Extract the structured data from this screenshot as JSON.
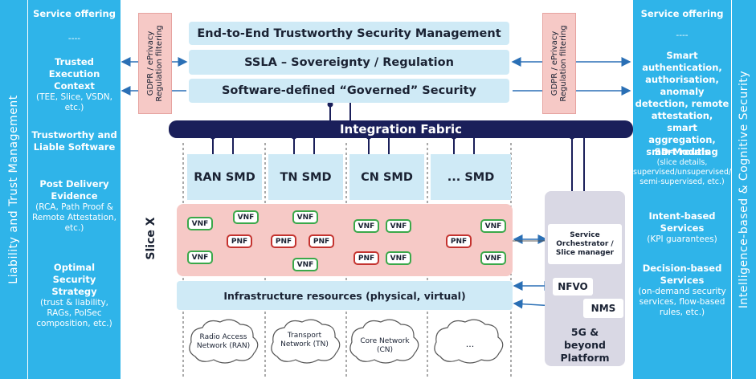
{
  "left_column": {
    "vertical_label": "Liability and Trust Management",
    "header": "Service offering",
    "separator": "----",
    "items": [
      {
        "title": "Trusted Execution Context",
        "detail": "(TEE, Slice, VSDN, etc.)"
      },
      {
        "title": "Trustworthy and Liable Software",
        "detail": ""
      },
      {
        "title": "Post Delivery Evidence",
        "detail": "(RCA, Path Proof & Remote Attestation, etc.)"
      },
      {
        "title": "Optimal Security Strategy",
        "detail": "(trust & liability, RAGs, PolSec composition, etc.)"
      }
    ]
  },
  "right_column": {
    "vertical_label": "Intelligence-based & Cognitive Security",
    "header": "Service offering",
    "separator": "----",
    "items": [
      {
        "title": "Smart authentication, authorisation, anomaly detection, remote attestation, smart aggregation, smart routing",
        "detail": ""
      },
      {
        "title": "SD-Models",
        "detail": "(slice details, supervised/unsupervised/ semi-supervised, etc.)"
      },
      {
        "title": "Intent-based Services",
        "detail": "(KPI guarantees)"
      },
      {
        "title": "Decision-based Services",
        "detail": "(on-demand security services, flow-based rules, etc.)"
      }
    ]
  },
  "gdpr_label": "GDPR / ePrivacy Regulation filtering",
  "top_boxes": [
    "End-to-End Trustworthy Security Management",
    "SSLA – Sovereignty / Regulation",
    "Software-defined “Governed” Security"
  ],
  "integration_fabric": "Integration Fabric",
  "smds": [
    "RAN SMD",
    "TN SMD",
    "CN SMD",
    "... SMD"
  ],
  "slice_label": "Slice X",
  "nodes": {
    "vnf": "VNF",
    "pnf": "PNF"
  },
  "service_orchestrator": "Service Orchestrator / Slice manager",
  "nfvo": "NFVO",
  "nms": "NMS",
  "infrastructure": "Infrastructure resources (physical, virtual)",
  "platform": "5G & beyond Platform",
  "clouds": [
    "Radio Access Network (RAN)",
    "Transport Network (TN)",
    "Core Network (CN)",
    "..."
  ],
  "colors": {
    "side": "#2fb4e9",
    "fabric": "#1a1f5a",
    "light": "#cfeaf6",
    "pink": "#f6c9c6",
    "vnf": "#3aa84a",
    "pnf": "#c4332f",
    "platform": "#d9d8e4"
  }
}
